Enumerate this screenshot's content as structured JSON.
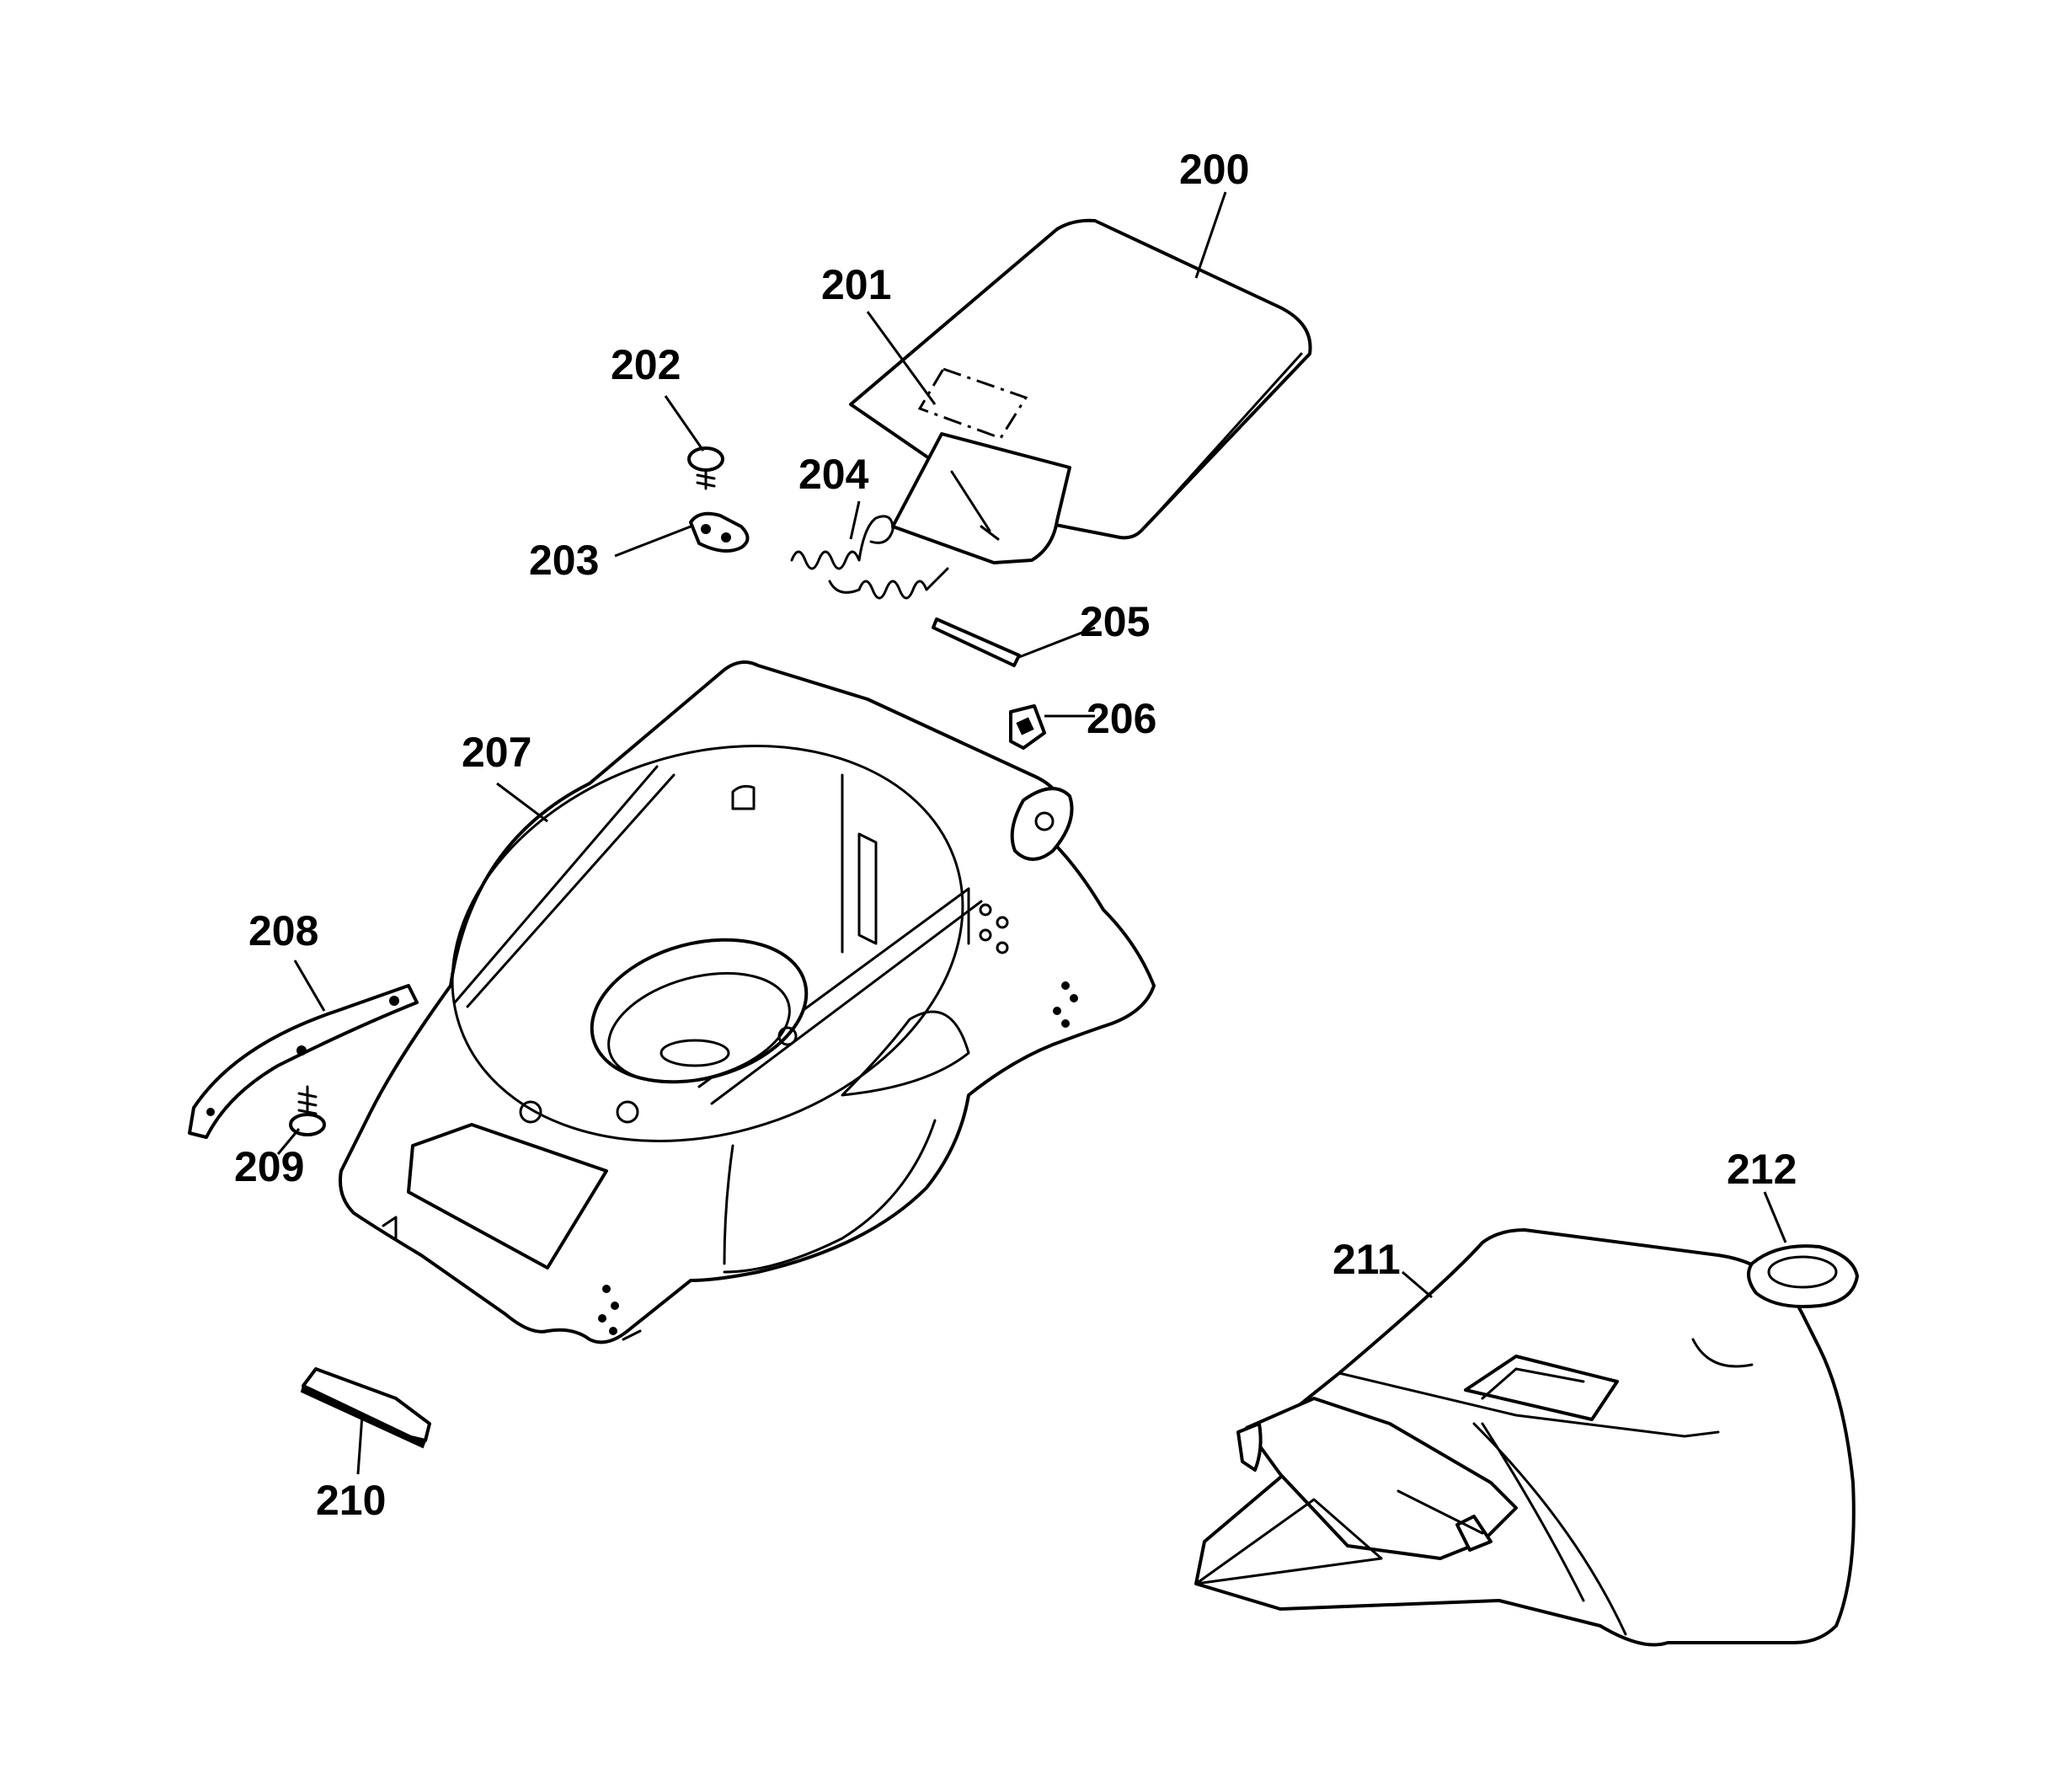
{
  "callouts": [
    {
      "id": "200",
      "label": "200"
    },
    {
      "id": "201",
      "label": "201"
    },
    {
      "id": "202",
      "label": "202"
    },
    {
      "id": "203",
      "label": "203"
    },
    {
      "id": "204",
      "label": "204"
    },
    {
      "id": "205",
      "label": "205"
    },
    {
      "id": "206",
      "label": "206"
    },
    {
      "id": "207",
      "label": "207"
    },
    {
      "id": "208",
      "label": "208"
    },
    {
      "id": "209",
      "label": "209"
    },
    {
      "id": "210",
      "label": "210"
    },
    {
      "id": "211",
      "label": "211"
    },
    {
      "id": "212",
      "label": "212"
    }
  ]
}
